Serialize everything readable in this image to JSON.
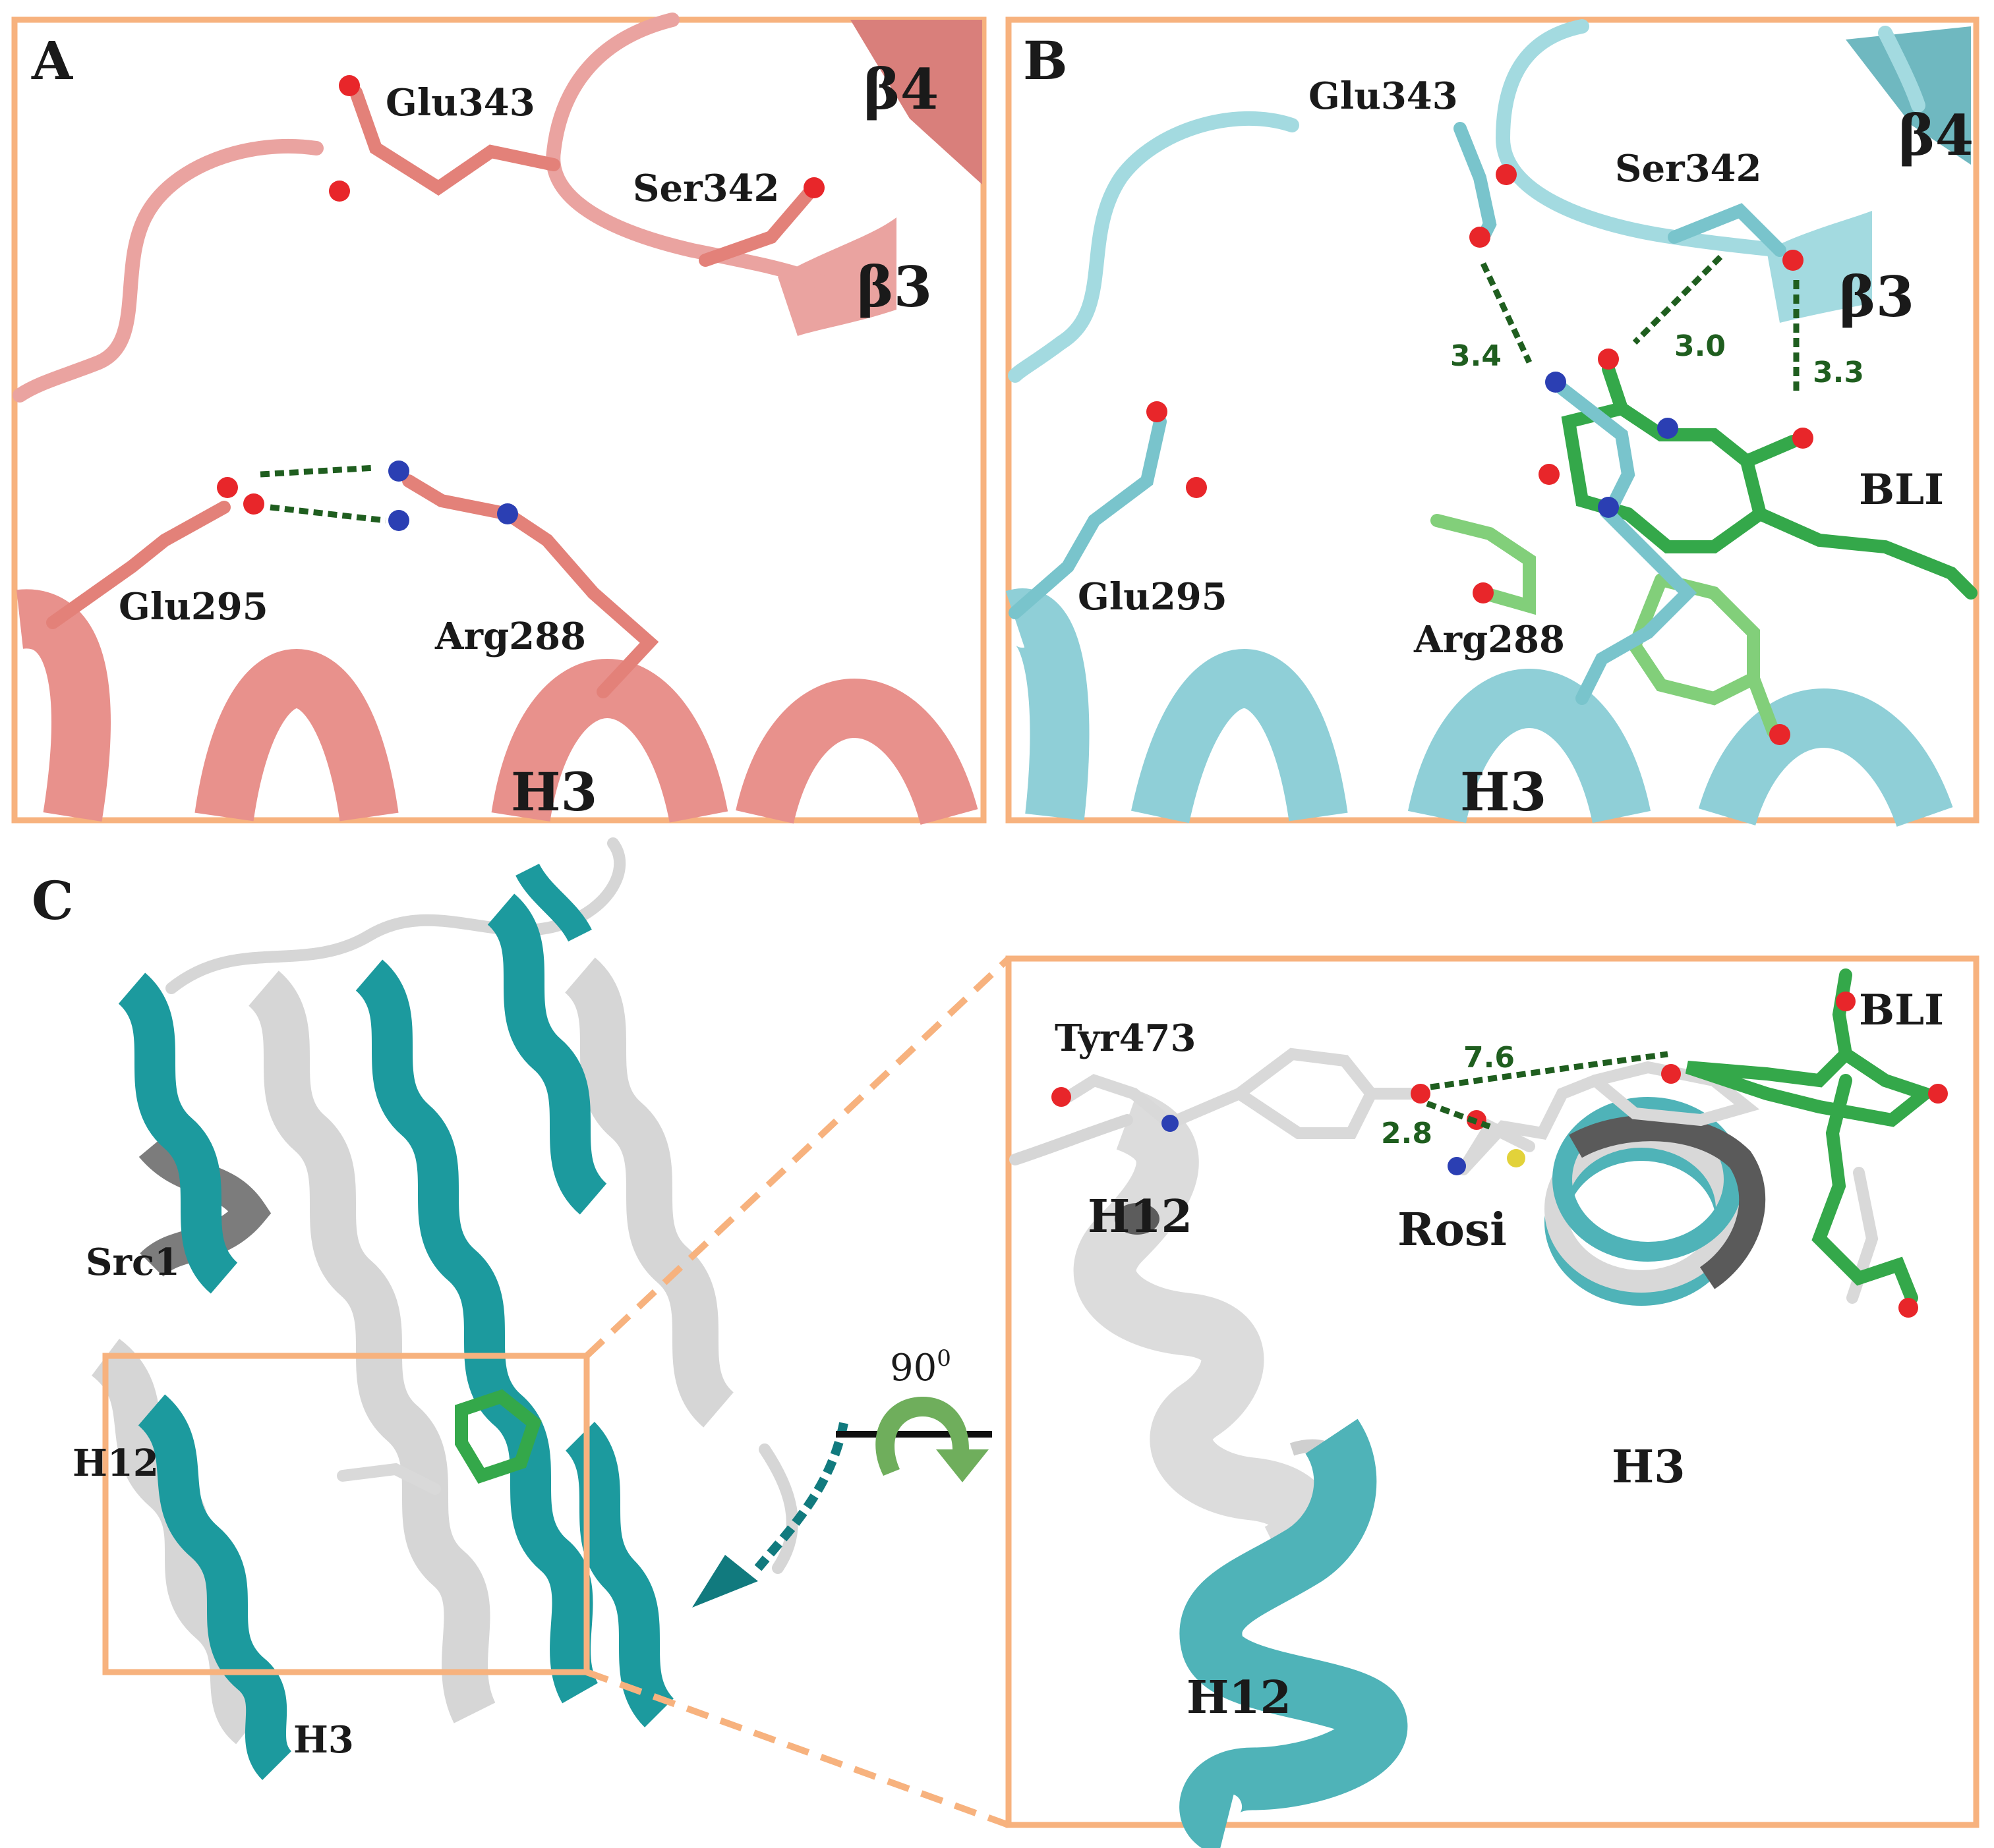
{
  "panels": {
    "A": {
      "letter": "A",
      "labels": {
        "glu343": "Glu343",
        "ser342": "Ser342",
        "glu295": "Glu295",
        "arg288": "Arg288",
        "h3": "H3",
        "beta4": "β4",
        "beta3": "β3"
      }
    },
    "B": {
      "letter": "B",
      "labels": {
        "glu343": "Glu343",
        "ser342": "Ser342",
        "glu295": "Glu295",
        "arg288": "Arg288",
        "h3": "H3",
        "beta4": "β4",
        "beta3": "β3",
        "bli": "BLI"
      },
      "distances": {
        "d1": "3.4",
        "d2": "3.0",
        "d3": "3.3"
      }
    },
    "C": {
      "letter": "C",
      "labels": {
        "src1": "Src1",
        "h12": "H12",
        "h3": "H3",
        "rotation": "90",
        "rotation_sup": "0"
      }
    },
    "inset": {
      "labels": {
        "tyr473": "Tyr473",
        "bli": "BLI",
        "rosi": "Rosi",
        "h12_top": "H12",
        "h12_bottom": "H12",
        "h3": "H3"
      },
      "distances": {
        "d1": "7.6",
        "d2": "2.8"
      }
    }
  },
  "colors": {
    "frame": "#f7b27e",
    "panel_a_protein": "#e8918c",
    "panel_b_protein": "#8fcfd7",
    "ligand": "#34a84a",
    "hbond": "#1f5e1f",
    "teal": "#1c9a9e",
    "grey": "#d4d4d4"
  }
}
